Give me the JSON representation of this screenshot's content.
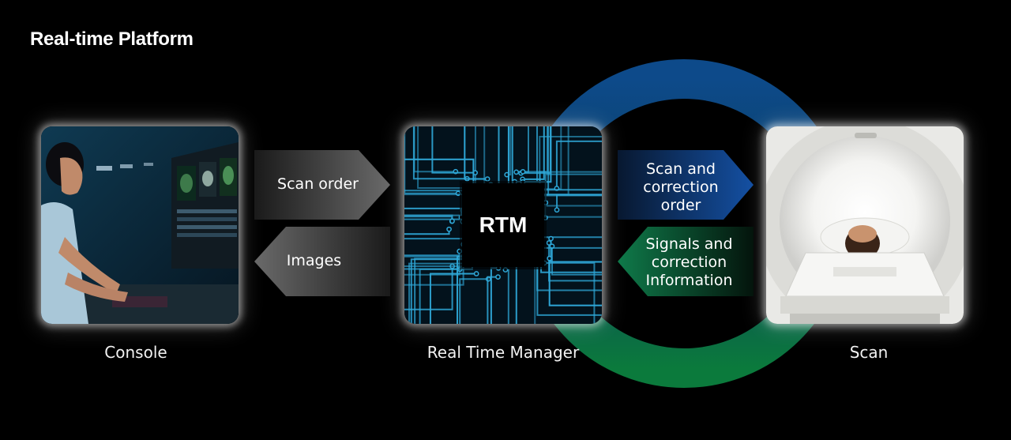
{
  "title": "Real-time Platform",
  "nodes": {
    "console": {
      "label": "Console"
    },
    "rtm": {
      "label": "Real Time Manager",
      "chip_text": "RTM"
    },
    "scan": {
      "label": "Scan"
    }
  },
  "arrows": {
    "scan_order": {
      "text": "Scan order"
    },
    "images": {
      "text": "Images"
    },
    "scan_correction": {
      "line1": "Scan and",
      "line2": "correction",
      "line3": "order"
    },
    "signals_correction": {
      "line1": "Signals and",
      "line2": "correction",
      "line3": "Information"
    }
  },
  "colors": {
    "ring_top": "#0d4a8a",
    "ring_bottom": "#0b7a3c",
    "arrow_blue": "#10418a",
    "arrow_green": "#0f7045",
    "arrow_gray": "#5a5a5a",
    "circuit": "#2fa8d8"
  }
}
